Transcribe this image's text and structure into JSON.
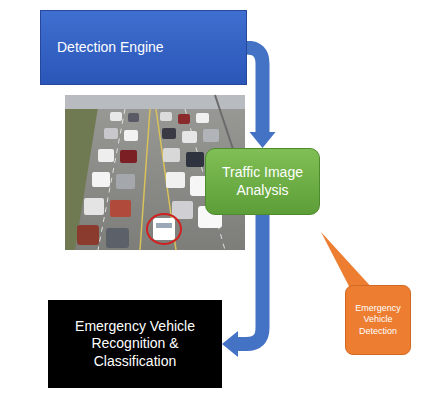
{
  "diagram": {
    "nodes": [
      {
        "text": [
          "Detection Engine"
        ]
      },
      {
        "text": [
          "Traffic Image Analysis"
        ]
      },
      {
        "text": [
          "Emergency Vehicle Recognition & Classification"
        ]
      },
      {
        "text": [
          "Emergency Vehicle Detection"
        ]
      }
    ],
    "edges": [
      {
        "from": 0,
        "to": 1,
        "arrow": "to"
      },
      {
        "from": 1,
        "to": 2,
        "arrow": "to"
      }
    ]
  }
}
